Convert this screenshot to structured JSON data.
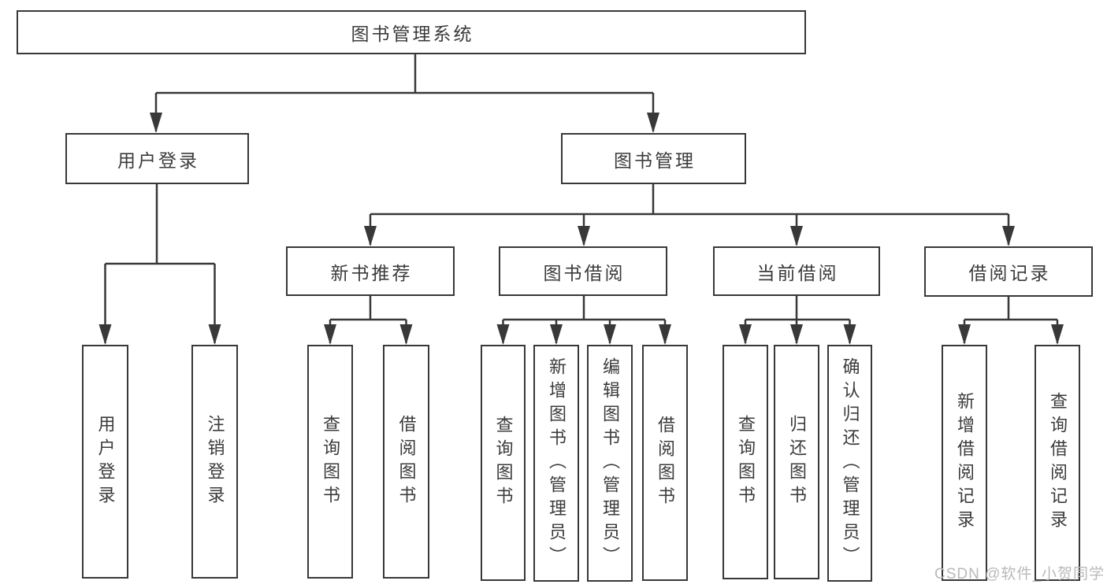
{
  "tree": {
    "root": "图书管理系统",
    "branches": {
      "userLogin": "用户登录",
      "bookMgmt": "图书管理",
      "newBooks": "新书推荐",
      "bookBorrow": "图书借阅",
      "currentBorrow": "当前借阅",
      "borrowRecords": "借阅记录"
    },
    "leaves": {
      "userLogin": [
        "用户登录",
        "注销登录"
      ],
      "newBooks": [
        "查询图书",
        "借阅图书"
      ],
      "bookBorrow": [
        "查询图书",
        "新增图书（管理员）",
        "编辑图书（管理员）",
        "借阅图书"
      ],
      "currentBorrow": [
        "查询图书",
        "归还图书",
        "确认归还（管理员）"
      ],
      "borrowRecords": [
        "新增借阅记录",
        "查询借阅记录"
      ]
    }
  },
  "watermark": {
    "text": "CSDN @软件_小贺同学"
  },
  "colors": {
    "line": "#383838",
    "text": "#3b3b3b",
    "box_background": "#ffffff",
    "watermark": "#b9b9b9"
  }
}
